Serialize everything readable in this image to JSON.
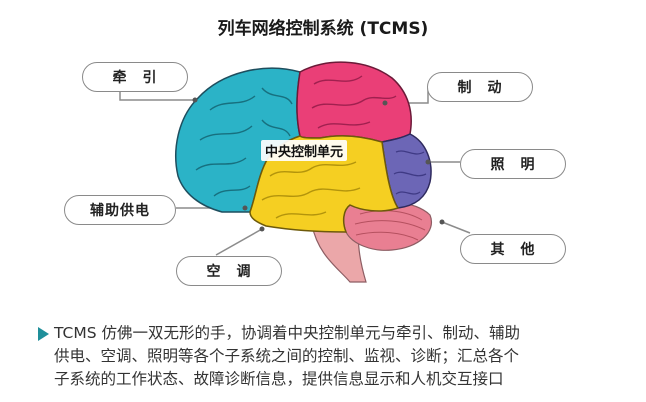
{
  "title": "列车网络控制系统 (TCMS)",
  "center_label": "中央控制单元",
  "labels": {
    "traction": "牵　引",
    "braking": "制　动",
    "lighting": "照　明",
    "aux_power": "辅助供电",
    "air_conditioning": "空　调",
    "others": "其　他"
  },
  "regions": {
    "traction": "#2bb3c7",
    "braking": "#ea3f77",
    "center": "#f5cf22",
    "lighting": "#6c66b6",
    "cerebellum": "#e97f92",
    "stem": "#eba7a9"
  },
  "description": {
    "icon": "triangle-arrow-icon",
    "lines": [
      "TCMS 仿佛一双无形的手，协调着中央控制单元与牵引、制动、辅助",
      "供电、空调、照明等各个子系统之间的控制、监视、诊断；汇总各个",
      "子系统的工作状态、故障诊断信息，提供信息显示和人机交互接口"
    ]
  }
}
